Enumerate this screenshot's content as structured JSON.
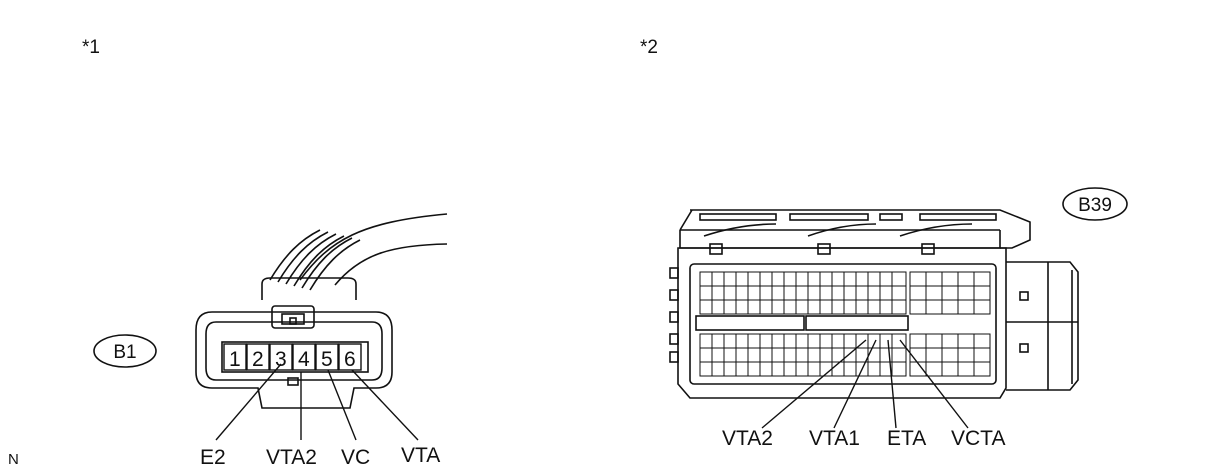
{
  "view_labels": {
    "view1": "*1",
    "view2": "*2"
  },
  "corner_mark": "N",
  "connector1": {
    "id": "B1",
    "pins": [
      "1",
      "2",
      "3",
      "4",
      "5",
      "6"
    ],
    "signals": [
      "E2",
      "VTA2",
      "VC",
      "VTA"
    ]
  },
  "connector2": {
    "id": "B39",
    "signals": [
      "VTA2",
      "VTA1",
      "ETA",
      "VCTA"
    ]
  }
}
